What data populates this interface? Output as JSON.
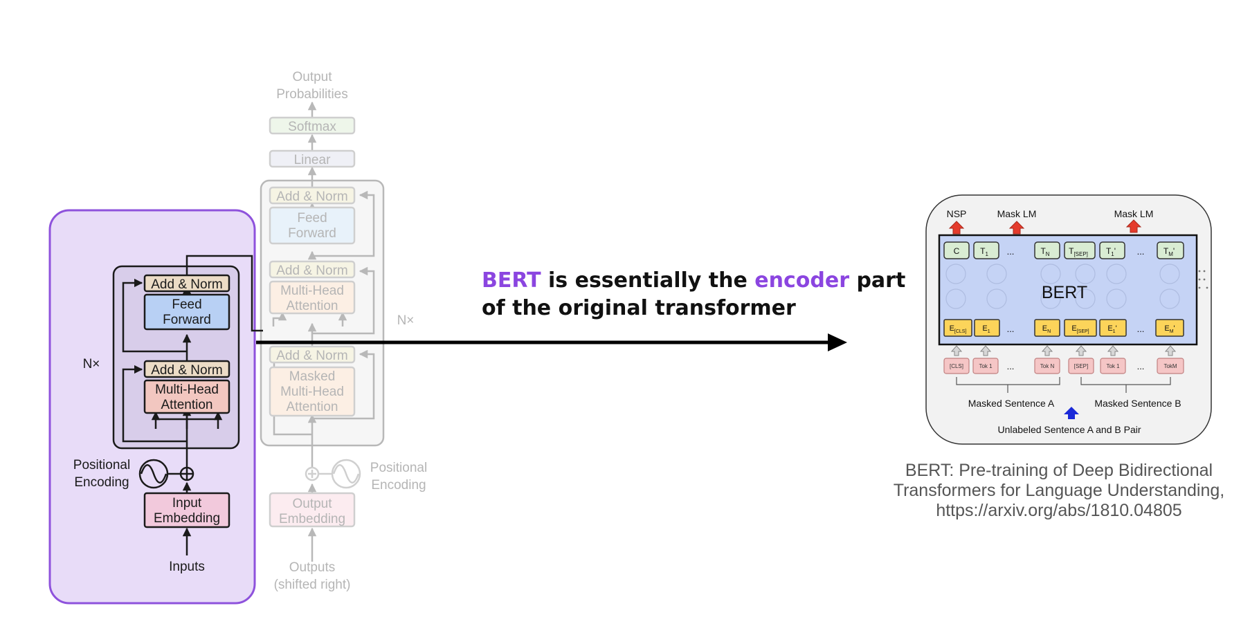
{
  "transformer": {
    "decoder": {
      "output_probabilities": [
        "Output",
        "Probabilities"
      ],
      "softmax": "Softmax",
      "linear": "Linear",
      "add_norm": "Add & Norm",
      "feed_forward": [
        "Feed",
        "Forward"
      ],
      "multi_head_attention": [
        "Multi-Head",
        "Attention"
      ],
      "masked_multi_head_attention": [
        "Masked",
        "Multi-Head",
        "Attention"
      ],
      "nx": "N×",
      "positional_encoding": [
        "Positional",
        "Encoding"
      ],
      "output_embedding": [
        "Output",
        "Embedding"
      ],
      "outputs": [
        "Outputs",
        "(shifted right)"
      ]
    },
    "encoder": {
      "add_norm": "Add & Norm",
      "feed_forward": [
        "Feed",
        "Forward"
      ],
      "multi_head_attention": [
        "Multi-Head",
        "Attention"
      ],
      "nx": "N×",
      "positional_encoding": [
        "Positional",
        "Encoding"
      ],
      "input_embedding": [
        "Input",
        "Embedding"
      ],
      "inputs": "Inputs"
    }
  },
  "headline": {
    "part1": "BERT",
    "part2": " is essentially the ",
    "part3": "encoder",
    "part4": " part of the original transformer"
  },
  "bert_figure": {
    "nsp": "NSP",
    "mask_lm_1": "Mask LM",
    "mask_lm_2": "Mask LM",
    "center_label": "BERT",
    "dots": "...",
    "tokens": [
      "[CLS]",
      "Tok 1",
      "Tok N",
      "[SEP]",
      "Tok 1",
      "TokM"
    ],
    "masked_sentence_a": "Masked Sentence A",
    "masked_sentence_b": "Masked Sentence B",
    "unlabeled_pair": "Unlabeled Sentence A and B Pair"
  },
  "citation": {
    "line1": "BERT: Pre-training of Deep Bidirectional",
    "line2": "Transformers for Language Understanding,",
    "line3": "https://arxiv.org/abs/1810.04805"
  },
  "colors": {
    "encoder_highlight_fill": "#e8dcf8",
    "encoder_highlight_border": "#8e52dc",
    "accent_text": "#8b45e0",
    "add_norm": "#ecdcc6",
    "feed_forward": "#b8d0f4",
    "attention": "#f2c7c0",
    "embedding": "#f2c9dc",
    "bert_body": "#c5d3f5",
    "bert_embed": "#fcd45a",
    "bert_out": "#d9ecd3",
    "bert_token": "#f5c6c6"
  }
}
